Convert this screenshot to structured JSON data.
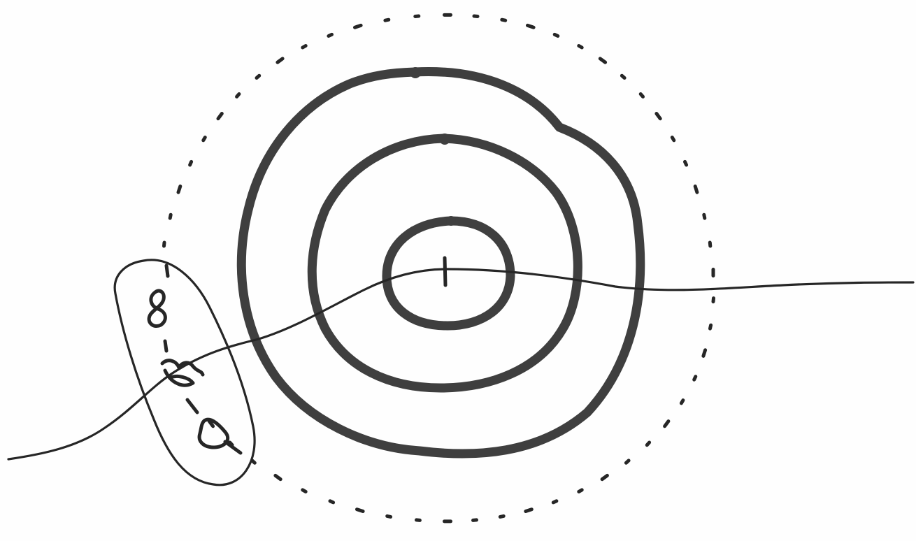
{
  "colors": {
    "ink": "#3f3f3f",
    "thin_ink": "#262626",
    "paper": "#fefefe"
  },
  "sketch": {
    "description_elements": [
      "outer-dotted-boundary",
      "outer-contour-ring",
      "middle-contour-ring",
      "inner-contour-ring",
      "center-tick",
      "wavy-line",
      "oval-enclosure",
      "figure-eight-glyph",
      "squiggle-glyph",
      "small-blob-glyph"
    ]
  }
}
